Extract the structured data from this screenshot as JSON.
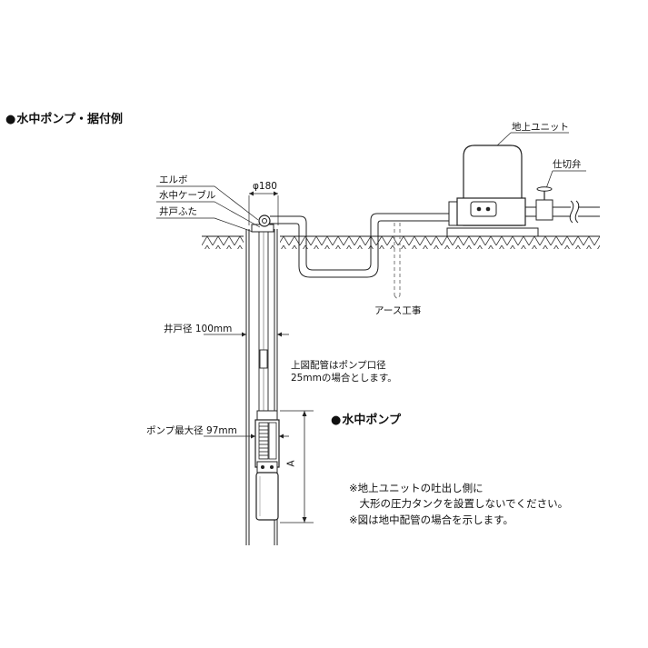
{
  "section_title": "水中ポンプ・据付例",
  "labels": {
    "surface_unit": "地上ユニット",
    "gate_valve": "仕切弁",
    "elbow": "エルボ",
    "cable": "水中ケーブル",
    "well_cap": "井戸ふた",
    "cap_diameter": "φ180",
    "ground_work": "アース工事",
    "well_diameter": "井戸径 100mm",
    "pump_max_diameter": "ポンプ最大径 97mm",
    "dimension_a": "A",
    "pipe_note_line1": "上図配管はポンプ口径",
    "pipe_note_line2": "25mmの場合とします。",
    "pump_label": "水中ポンプ"
  },
  "notes": [
    "※地上ユニットの吐出し側に",
    "　大形の圧力タンクを設置しないでください。",
    "※図は地中配管の場合を示します。"
  ],
  "colors": {
    "line": "#222222",
    "ground_hatch": "#333333",
    "dashed": "#777777"
  }
}
